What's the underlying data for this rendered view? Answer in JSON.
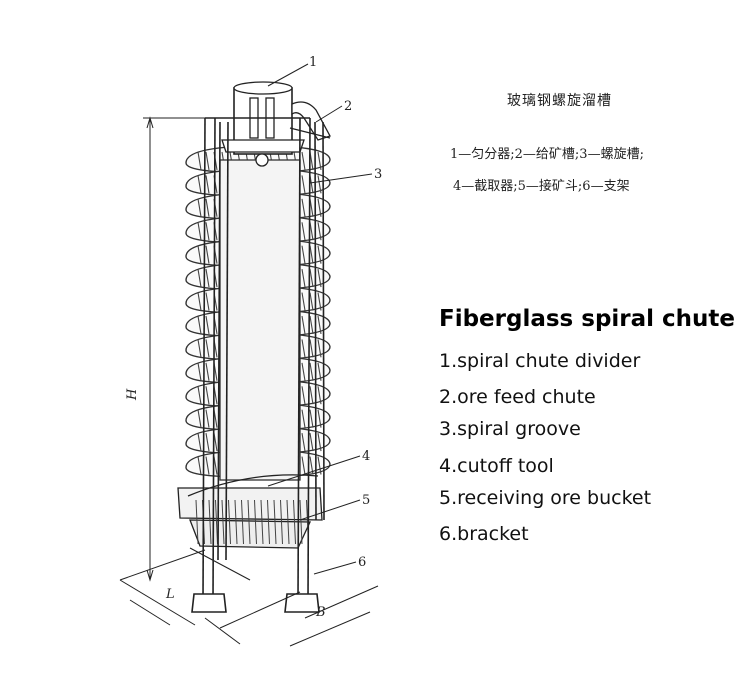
{
  "chinese": {
    "title": "玻璃钢螺旋溜槽",
    "legend_line1": "1—匀分器;2—给矿槽;3—螺旋槽;",
    "legend_line2": "4—截取器;5—接矿斗;6—支架"
  },
  "english": {
    "title": "Fiberglass spiral chute",
    "items": [
      "1.spiral chute divider",
      "2.ore feed chute",
      "3.spiral groove",
      "4.cutoff tool",
      "5.receiving ore bucket",
      "6.bracket"
    ]
  },
  "drawing": {
    "callouts": [
      "1",
      "2",
      "3",
      "4",
      "5",
      "6"
    ],
    "dimension_labels": {
      "height": "H",
      "length": "L",
      "width": "B"
    }
  }
}
